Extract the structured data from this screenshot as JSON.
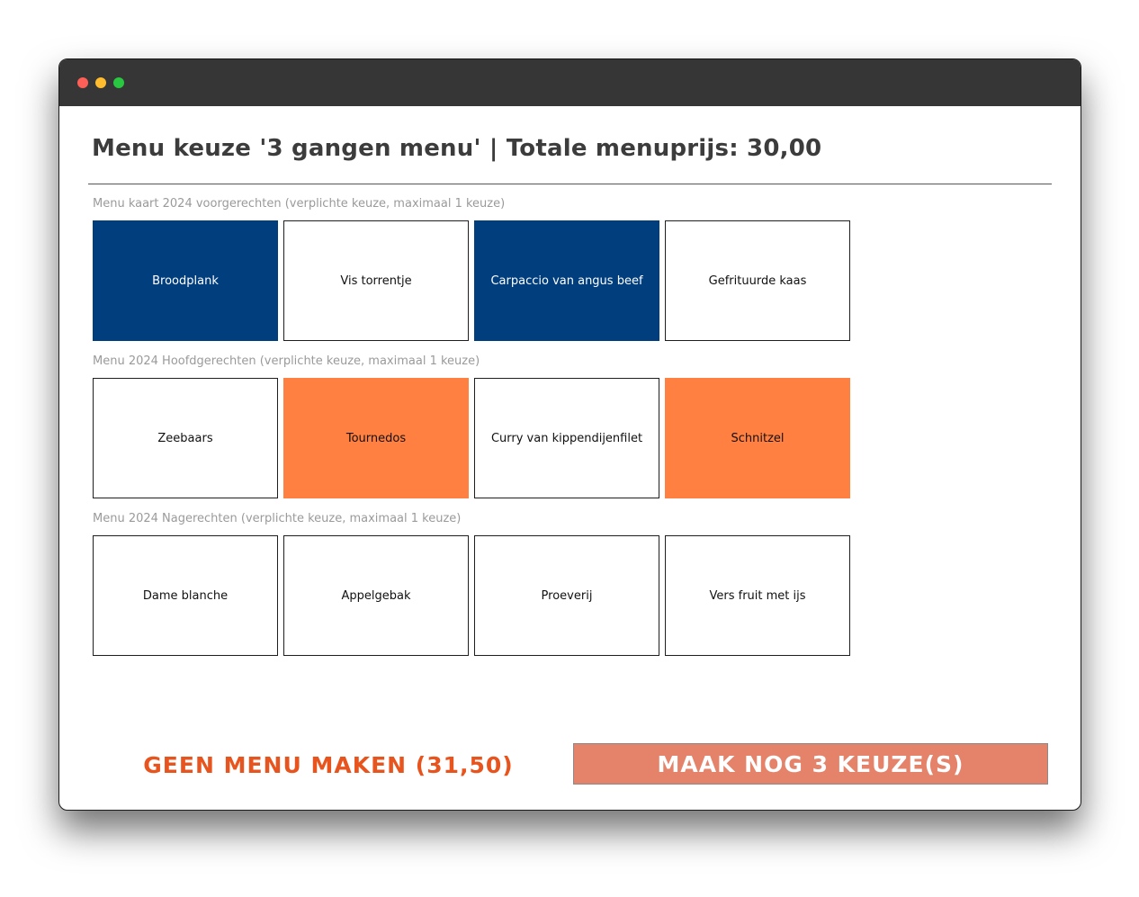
{
  "header": {
    "title": "Menu keuze '3 gangen menu' | Totale menuprijs: 30,00"
  },
  "sections": [
    {
      "label": "Menu kaart 2024 voorgerechten (verplichte keuze, maximaal 1 keuze)",
      "options": [
        {
          "label": "Broodplank",
          "state": "blue"
        },
        {
          "label": "Vis torrentje",
          "state": "none"
        },
        {
          "label": "Carpaccio van angus beef",
          "state": "blue"
        },
        {
          "label": "Gefrituurde kaas",
          "state": "none"
        }
      ]
    },
    {
      "label": "Menu 2024 Hoofdgerechten (verplichte keuze, maximaal 1 keuze)",
      "options": [
        {
          "label": "Zeebaars",
          "state": "none"
        },
        {
          "label": "Tournedos",
          "state": "orange"
        },
        {
          "label": "Curry van kippendijenfilet",
          "state": "none"
        },
        {
          "label": "Schnitzel",
          "state": "orange"
        }
      ]
    },
    {
      "label": "Menu 2024 Nagerechten (verplichte keuze, maximaal 1 keuze)",
      "options": [
        {
          "label": "Dame blanche",
          "state": "none"
        },
        {
          "label": "Appelgebak",
          "state": "none"
        },
        {
          "label": "Proeverij",
          "state": "none"
        },
        {
          "label": "Vers fruit met ijs",
          "state": "none"
        }
      ]
    }
  ],
  "footer": {
    "no_menu_label": "GEEN MENU MAKEN (31,50)",
    "make_label": "MAAK NOG 3 KEUZE(S)"
  },
  "colors": {
    "selected_blue": "#003e7e",
    "selected_orange": "#ff8040",
    "accent_text": "#e8541e",
    "primary_button": "#e4826a"
  }
}
